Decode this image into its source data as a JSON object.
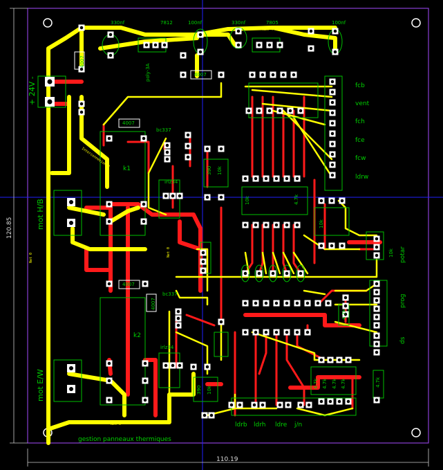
{
  "board": {
    "title": "gestion panneaux thermiques",
    "width_dim": "110.19",
    "height_dim": "120.85"
  },
  "connectors": {
    "power": "+ 24V -",
    "mot_hb": "mot H/B",
    "mot_ew": "mot E/W",
    "fcb": "fcb",
    "vent": "vent",
    "fch": "fch",
    "fce": "fce",
    "fcw": "fcw",
    "ldrw": "ldrw",
    "potar": "potar",
    "prog": "prog",
    "ds": "ds",
    "ldrb": "ldrb",
    "ldrh": "ldrh",
    "ldre": "ldre",
    "jn": "j/n"
  },
  "components": {
    "reg1": "7812",
    "reg2": "7805",
    "cap1": "100nf",
    "cap2": "100nf",
    "cap3": "330nf",
    "cap4": "330nf",
    "d1": "4007",
    "d2": "4007",
    "d3": "4007",
    "d4": "4007",
    "d5": "4007",
    "fuse": "poly-3A",
    "t1": "bc337",
    "t2": "bc337",
    "q1": "irlz34",
    "q2": "irlz34",
    "k1": "k1",
    "k2": "k2",
    "r390a": "390",
    "r10ka": "10k",
    "r390b": "390",
    "r10kb": "10k",
    "r47k": "4.7k",
    "r10k_row": "10k",
    "r10k_mid": "10k",
    "r47k_b": "4.7k",
    "r47k_c": "4.7k",
    "r47k_d": "4.7k",
    "r47k_e": "4.7k",
    "r47k_f": "4.7k",
    "r10k_pot": "10k",
    "r47k_ds": "4.7k"
  },
  "nets": {
    "net0a": "Net 0",
    "net0b": "Net 0",
    "net0c": "Net 0",
    "net4": "Net 4",
    "interconn": "Interconnexion 3"
  }
}
